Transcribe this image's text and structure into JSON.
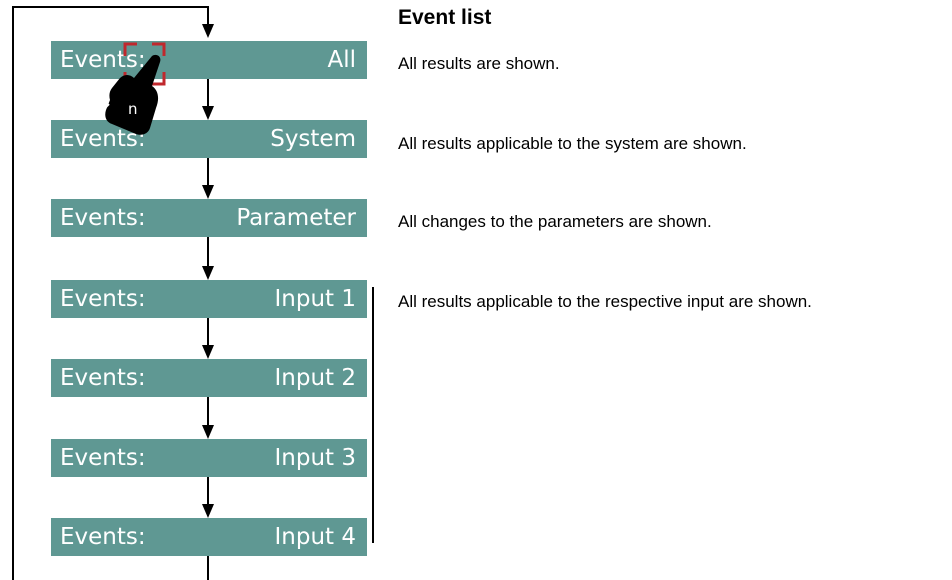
{
  "title": "Event list",
  "menu_items": [
    {
      "left": "Events:",
      "right": "All"
    },
    {
      "left": "Events:",
      "right": "System"
    },
    {
      "left": "Events:",
      "right": "Parameter"
    },
    {
      "left": "Events:",
      "right": "Input 1"
    },
    {
      "left": "Events:",
      "right": "Input 2"
    },
    {
      "left": "Events:",
      "right": "Input 3"
    },
    {
      "left": "Events:",
      "right": "Input 4"
    }
  ],
  "descriptions": [
    "All results are shown.",
    "All results applicable to the system are shown.",
    "All changes to the parameters are shown.",
    "All results applicable to the respective input are shown."
  ],
  "hand_icon_label": "n",
  "colors": {
    "box": "#5f9893",
    "box_text": "#ffffff",
    "focus_bracket": "#c0282d",
    "line": "#000000"
  },
  "icons": [
    "pointing-hand-icon",
    "focus-bracket-icon",
    "arrow-down-icon"
  ]
}
